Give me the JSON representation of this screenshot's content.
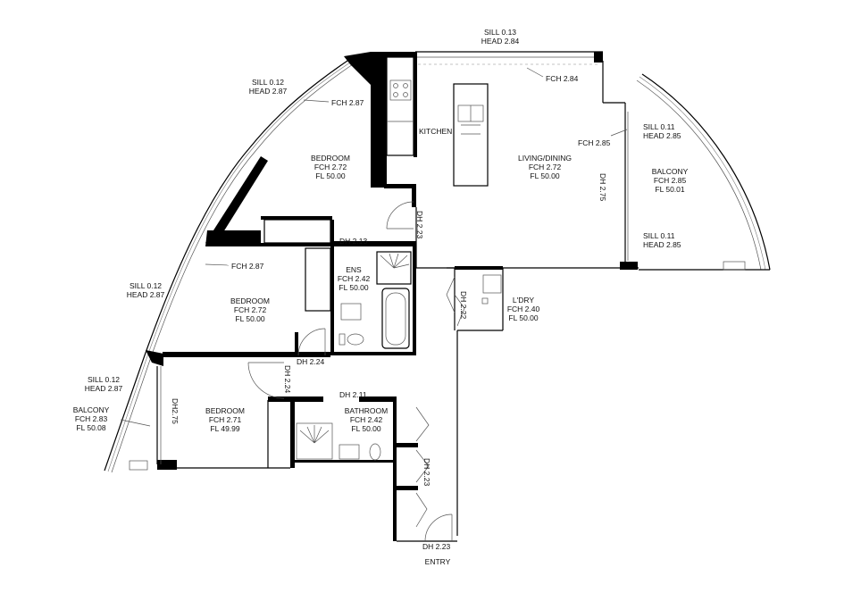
{
  "rooms": {
    "bedroom_1": {
      "name": "BEDROOM",
      "fch": "FCH 2.72",
      "fl": "FL 50.00"
    },
    "bedroom_2": {
      "name": "BEDROOM",
      "fch": "FCH 2.72",
      "fl": "FL 50.00"
    },
    "bedroom_3": {
      "name": "BEDROOM",
      "fch": "FCH 2.71",
      "fl": "FL 49.99"
    },
    "kitchen": {
      "name": "KITCHEN"
    },
    "living": {
      "name": "LIVING/DINING",
      "fch": "FCH 2.72",
      "fl": "FL 50.00"
    },
    "balcony_right": {
      "name": "BALCONY",
      "fch": "FCH 2.85",
      "fl": "FL 50.01"
    },
    "balcony_left": {
      "name": "BALCONY",
      "fch": "FCH 2.83",
      "fl": "FL 50.08"
    },
    "ensuite": {
      "name": "ENS",
      "fch": "FCH 2.42",
      "fl": "FL 50.00"
    },
    "bathroom": {
      "name": "BATHROOM",
      "fch": "FCH 2.42",
      "fl": "FL 50.00"
    },
    "laundry": {
      "name": "L'DRY",
      "fch": "FCH 2.40",
      "fl": "FL 50.00"
    },
    "entry": {
      "name": "ENTRY"
    }
  },
  "windows": {
    "top": {
      "sill": "SILL 0.13",
      "head": "HEAD 2.84"
    },
    "bed1": {
      "sill": "SILL 0.12",
      "head": "HEAD 2.87"
    },
    "bed2": {
      "sill": "SILL 0.12",
      "head": "HEAD 2.87"
    },
    "bed3": {
      "sill": "SILL 0.12",
      "head": "HEAD 2.87"
    },
    "balcony_upper": {
      "sill": "SILL 0.11",
      "head": "HEAD 2.85"
    },
    "balcony_lower": {
      "sill": "SILL 0.11",
      "head": "HEAD 2.85"
    }
  },
  "ceiling_heights": {
    "living_top": "FCH 2.84",
    "bed1": "FCH 2.87",
    "bed2": "FCH 2.87",
    "living_right": "FCH 2.85"
  },
  "door_heights": {
    "bed1": "DH 2.23",
    "ens": "DH 2.13",
    "living_balcony": "DH 2.75",
    "laundry": "DH 2.22",
    "bed2_a": "DH 2.24",
    "bed2_b": "DH 2.24",
    "bed3_balcony": "DH2.75",
    "bath": "DH 2.11",
    "hall": "DH 2.23",
    "entry": "DH 2.23"
  }
}
